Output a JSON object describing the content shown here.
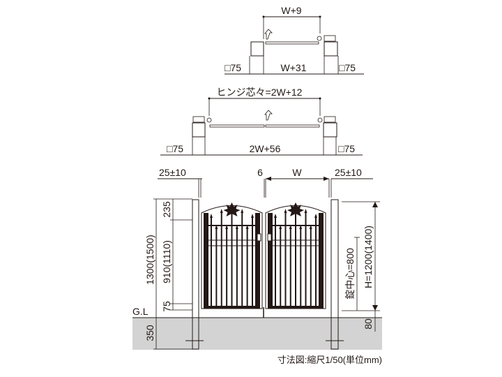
{
  "top_plan": {
    "opening": "W+9",
    "overall": "W+31",
    "post_left": "□75",
    "post_right": "□75"
  },
  "double_plan": {
    "hinge_centers": "ヒンジ芯々=2W+12",
    "overall": "2W+56",
    "post_left": "□75",
    "post_right": "□75"
  },
  "elevation": {
    "gap_left": "25±10",
    "gap_center": "6",
    "width": "W",
    "gap_right": "25±10",
    "post_height": "1300(1500)",
    "top_dim": "235",
    "mid_dim": "910(1110)",
    "bottom_dim": "75",
    "ground_label": "G.L",
    "embed_depth": "350",
    "lock_center": "錠中心=800",
    "height": "H=1200(1400)",
    "clearance": "80"
  },
  "caption": "寸法図:縮尺1/50(単位mm)",
  "colors": {
    "ground": "#d3d3d3",
    "ink": "#231815"
  }
}
